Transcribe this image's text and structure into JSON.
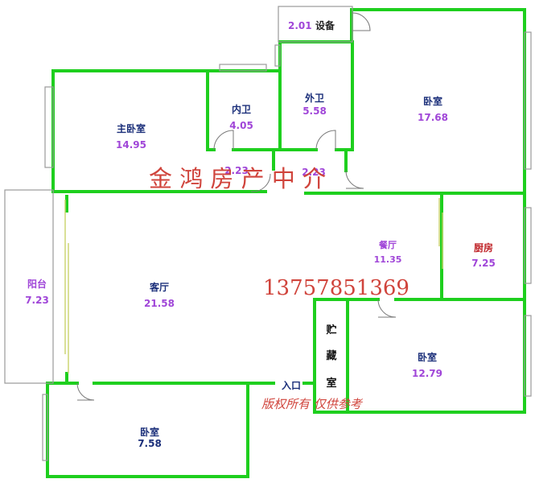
{
  "colors": {
    "wall": "#1ecf1e",
    "window_frame": "#9a9a9a",
    "door": "#7a7a7a",
    "slider": "#c9d36a",
    "name_navy": "#1b2f7a",
    "name_red": "#c0262a",
    "area_purple": "#a046d8",
    "area_navy": "#1b2f7a",
    "watermark": "#d0443c"
  },
  "rooms": [
    {
      "id": "equipment",
      "name": "设备",
      "area": "2.01"
    },
    {
      "id": "master_bedroom",
      "name": "主卧室",
      "area": "14.95"
    },
    {
      "id": "inner_bath",
      "name": "内卫",
      "area": "4.05"
    },
    {
      "id": "outer_bath",
      "name": "外卫",
      "area": "5.58"
    },
    {
      "id": "bedroom_ne",
      "name": "卧室",
      "area": "17.68"
    },
    {
      "id": "corridor_left",
      "name": "",
      "area": "2.23"
    },
    {
      "id": "corridor_right",
      "name": "",
      "area": "2.23"
    },
    {
      "id": "balcony",
      "name": "阳台",
      "area": "7.23"
    },
    {
      "id": "living_room",
      "name": "客厅",
      "area": "21.58"
    },
    {
      "id": "dining_room",
      "name": "餐厅",
      "area": "11.35"
    },
    {
      "id": "kitchen",
      "name": "厨房",
      "area": "7.25"
    },
    {
      "id": "storage",
      "name": "贮藏室",
      "area": ""
    },
    {
      "id": "bedroom_se",
      "name": "卧室",
      "area": "12.79"
    },
    {
      "id": "bedroom_sw",
      "name": "卧室",
      "area": "7.58"
    }
  ],
  "storage_chars": [
    "贮",
    "藏",
    "室"
  ],
  "entrance": "入口",
  "watermark": {
    "agency": "金 鸿 房 产 中 介",
    "phone": "13757851369",
    "copyright": "版权所有  仅供参考"
  }
}
